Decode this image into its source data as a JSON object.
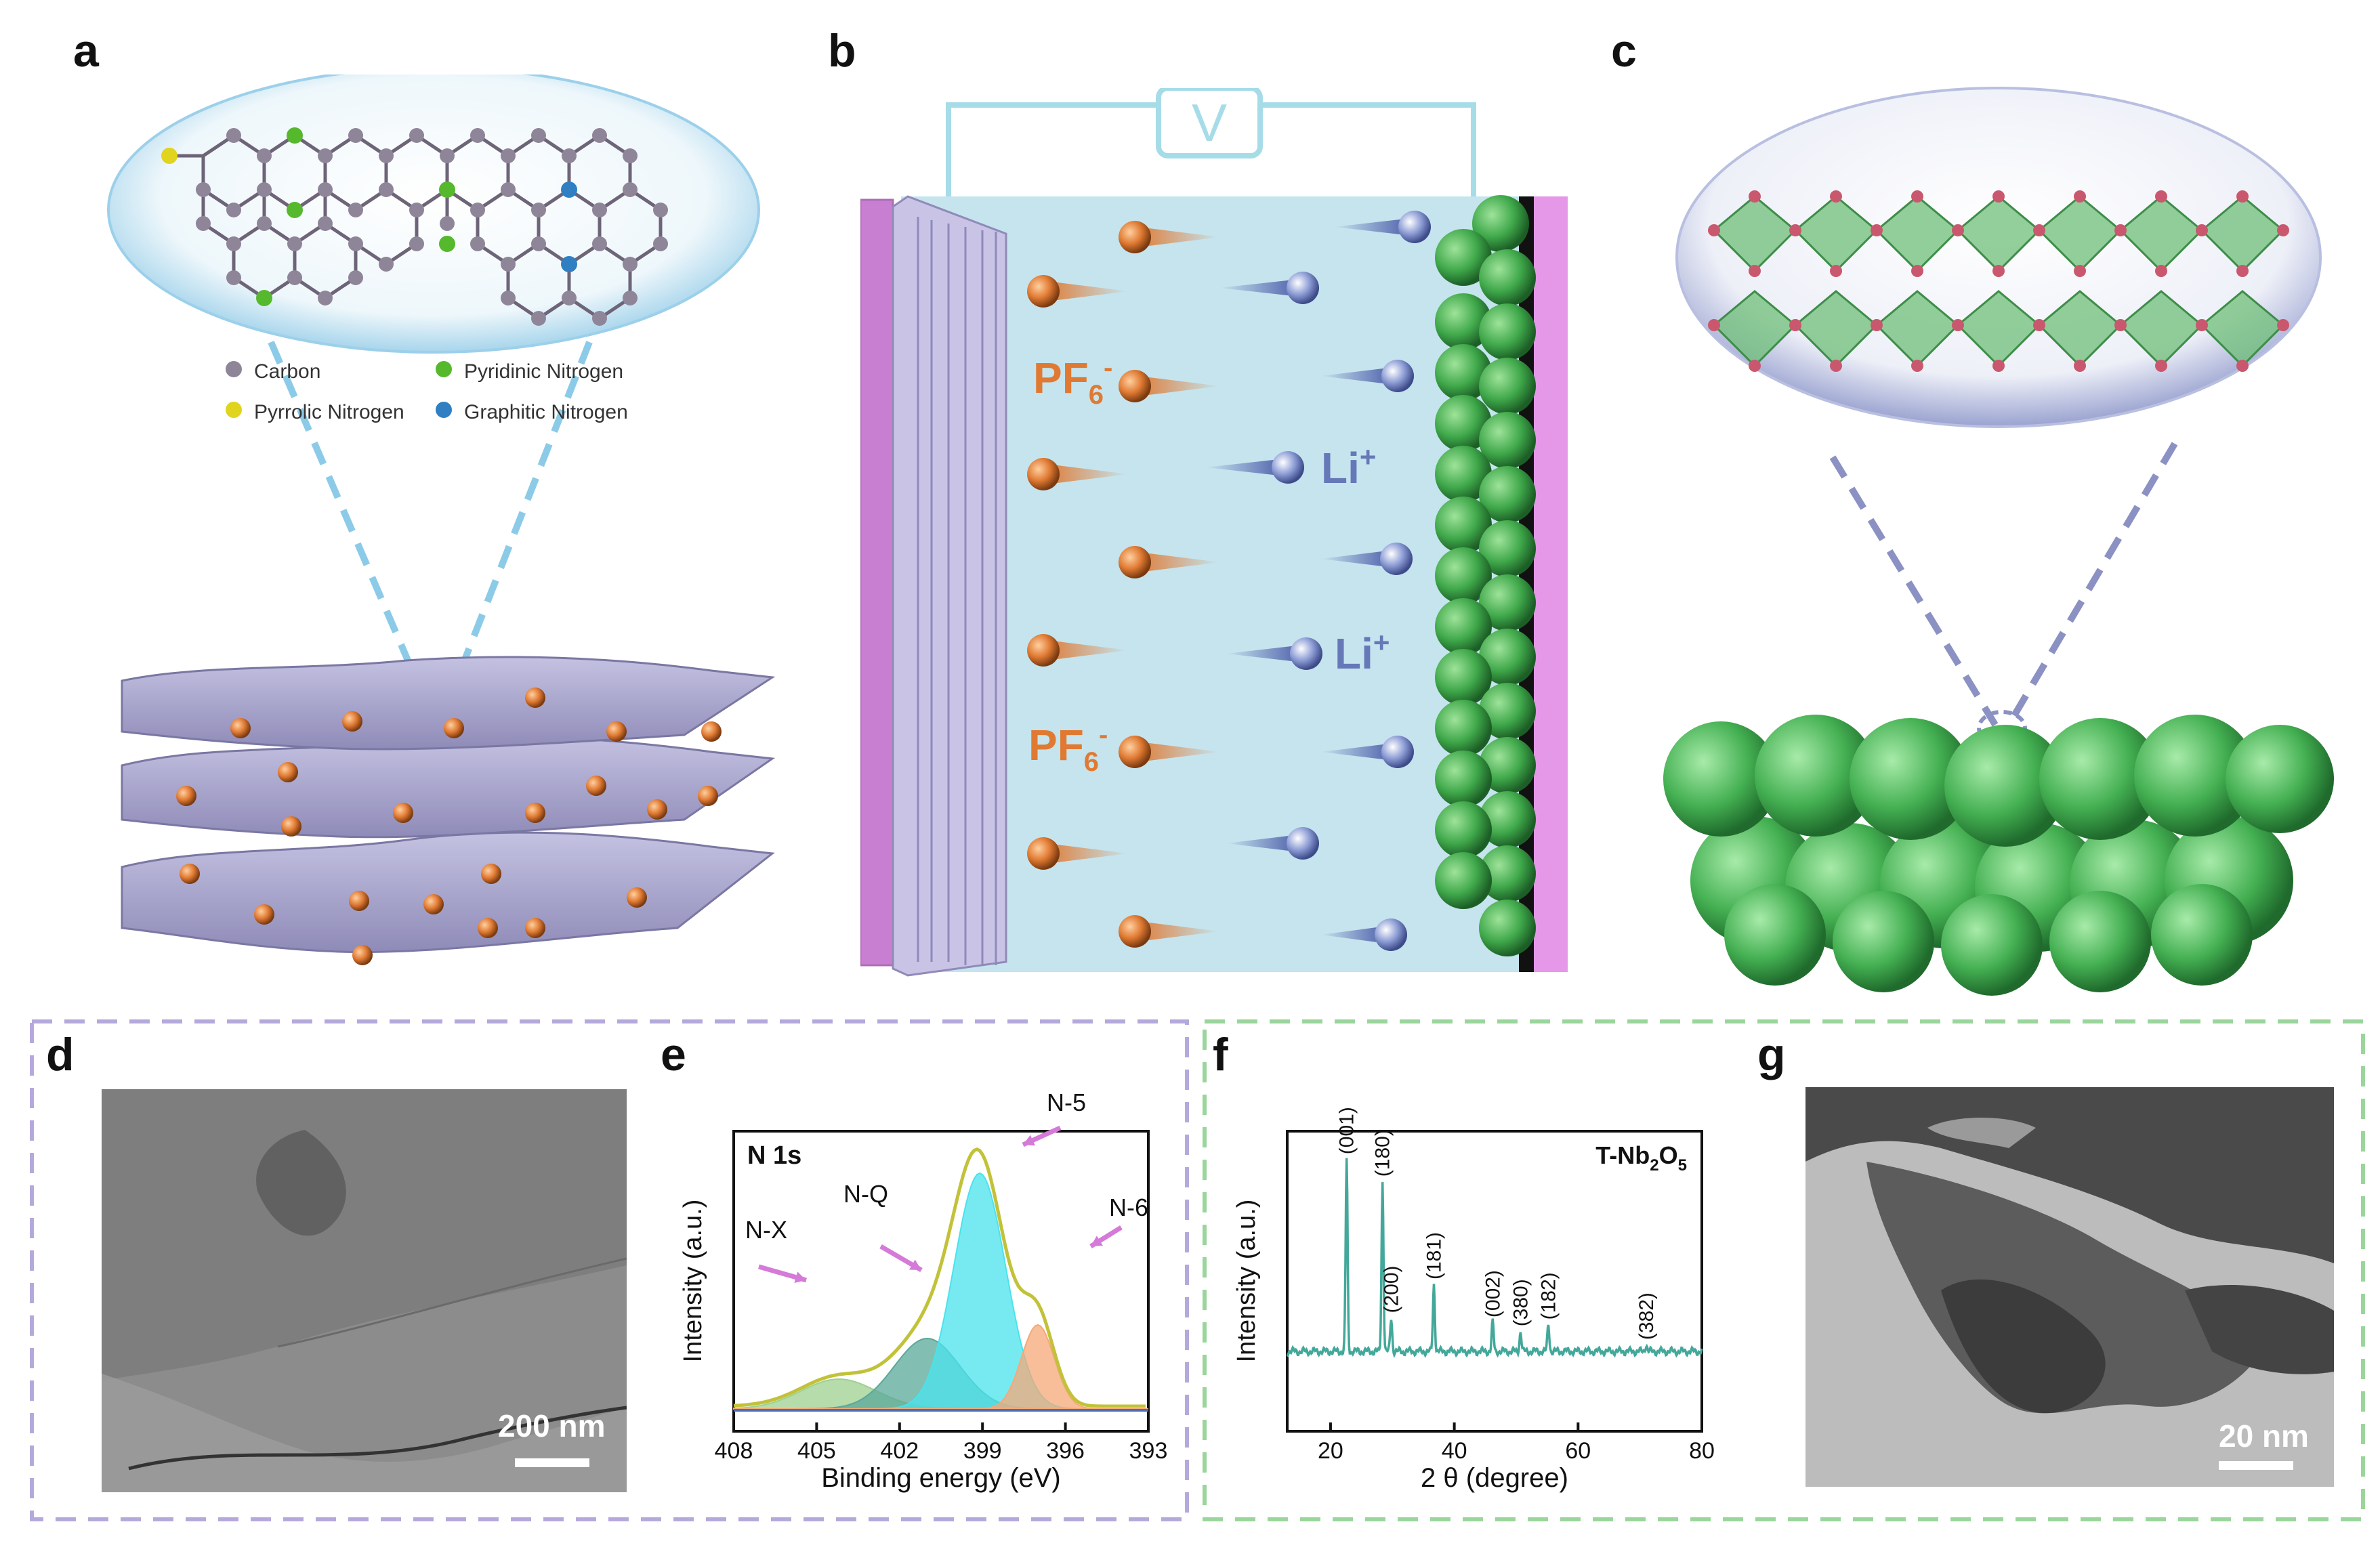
{
  "panels": {
    "a": {
      "label": "a",
      "legend": {
        "carbon": "Carbon",
        "pyridinic": "Pyridinic Nitrogen",
        "pyrrolic": "Pyrrolic Nitrogen",
        "graphitic": "Graphitic Nitrogen"
      },
      "colors": {
        "carbon": "#8f8599",
        "pyridinic": "#56b82c",
        "pyrrolic": "#e0d41e",
        "graphitic": "#2f7fc2"
      }
    },
    "b": {
      "label": "b",
      "voltmeter": "V",
      "anion_base": "PF",
      "anion_sub": "6",
      "anion_sup": "-",
      "cation_base": "Li",
      "cation_sup": "+",
      "colors": {
        "anion": "#e07a33",
        "cation": "#6678b8",
        "electrolyte": "#c5e4ee",
        "collector": "#d17fd6"
      }
    },
    "c": {
      "label": "c"
    },
    "d": {
      "label": "d",
      "scalebar": "200 nm"
    },
    "e": {
      "label": "e"
    },
    "f": {
      "label": "f"
    },
    "g": {
      "label": "g",
      "scalebar": "20 nm"
    }
  },
  "chart_data": [
    {
      "panel": "e",
      "type": "line",
      "title": "N 1s",
      "xlabel": "Binding energy (eV)",
      "ylabel": "Intensity (a.u.)",
      "xlim": [
        408,
        393
      ],
      "xticks": [
        "408",
        "405",
        "402",
        "399",
        "396",
        "393"
      ],
      "peaks": [
        {
          "name": "N-X",
          "center": 404.2,
          "height": 0.11,
          "fwhm": 3.2,
          "color": "#9fd08f"
        },
        {
          "name": "N-Q",
          "center": 401.0,
          "height": 0.26,
          "fwhm": 2.8,
          "color": "#5aa89a"
        },
        {
          "name": "N-5",
          "center": 399.1,
          "height": 0.87,
          "fwhm": 2.2,
          "color": "#49e3ec"
        },
        {
          "name": "N-6",
          "center": 397.0,
          "height": 0.31,
          "fwhm": 1.4,
          "color": "#f5a878"
        }
      ],
      "envelope_color": "#c2c23a"
    },
    {
      "panel": "f",
      "type": "line",
      "title_base": "T-Nb",
      "title_sub1": "2",
      "title_mid": "O",
      "title_sub2": "5",
      "xlabel": "2 θ (degree)",
      "ylabel": "Intensity (a.u.)",
      "xlim": [
        13,
        80
      ],
      "xticks": [
        "20",
        "40",
        "60",
        "80"
      ],
      "peaks": [
        {
          "label": "(001)",
          "x": 22.6,
          "height": 0.86
        },
        {
          "label": "(180)",
          "x": 28.4,
          "height": 0.76
        },
        {
          "label": "(200)",
          "x": 29.8,
          "height": 0.15
        },
        {
          "label": "(181)",
          "x": 36.7,
          "height": 0.3
        },
        {
          "label": "(002)",
          "x": 46.2,
          "height": 0.13
        },
        {
          "label": "(380)",
          "x": 50.7,
          "height": 0.09
        },
        {
          "label": "(182)",
          "x": 55.2,
          "height": 0.12
        },
        {
          "label": "(382)",
          "x": 71.0,
          "height": 0.03
        }
      ],
      "line_color": "#43a89a"
    }
  ]
}
